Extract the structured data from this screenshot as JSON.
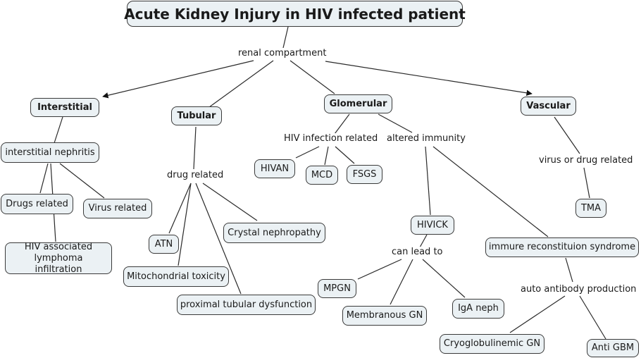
{
  "title": "Acute Kidney Injury in HIV infected patient",
  "link_labels": {
    "renal_compartment": "renal compartment",
    "drug_related": "drug related",
    "hiv_infection_related": "HIV infection related",
    "altered_immunity": "altered immunity",
    "virus_or_drug_related": "virus or drug related",
    "can_lead_to": "can lead to",
    "auto_antibody_production": "auto antibody production"
  },
  "compartments": {
    "interstitial": "Interstitial",
    "tubular": "Tubular",
    "glomerular": "Glomerular",
    "vascular": "Vascular"
  },
  "interstitial": {
    "nephritis": "interstitial nephritis",
    "drugs_related": "Drugs related",
    "virus_related": "Virus related",
    "lymphoma": "HIV associated lymphoma infiltration"
  },
  "tubular": {
    "atn": "ATN",
    "mito": "Mitochondrial toxicity",
    "crystal": "Crystal nephropathy",
    "proximal": "proximal tubular dysfunction"
  },
  "glomerular": {
    "hivan": "HIVAN",
    "mcd": "MCD",
    "fsgs": "FSGS",
    "hivick": "HIVICK",
    "mpgn": "MPGN",
    "membranous": "Membranous GN",
    "iga": "IgA neph",
    "iris": "immure reconstituion syndrome",
    "cryo": "Cryoglobulinemic GN",
    "antigbm": "Anti GBM"
  },
  "vascular": {
    "tma": "TMA"
  }
}
